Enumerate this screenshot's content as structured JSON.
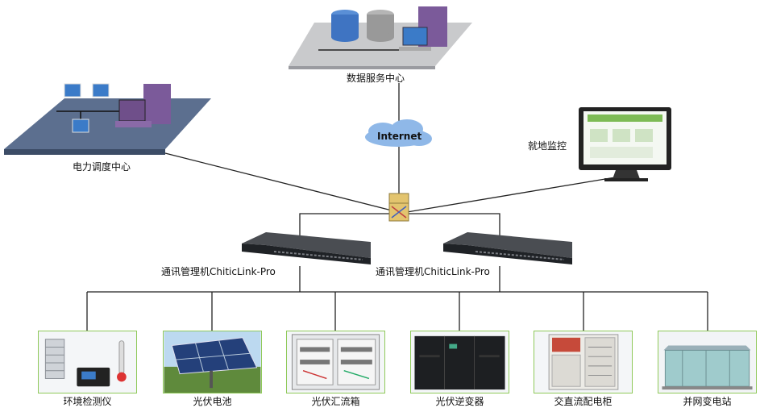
{
  "nodes": {
    "data_center": "数据服务中心",
    "dispatch_center": "电力调度中心",
    "internet": "Internet",
    "local_monitor": "就地监控",
    "comm_manager_1": "通讯管理机ChiticLink-Pro",
    "comm_manager_2": "通讯管理机ChiticLink-Pro"
  },
  "devices": [
    {
      "label": "环境检测仪"
    },
    {
      "label": "光伏电池"
    },
    {
      "label": "光伏汇流箱"
    },
    {
      "label": "光伏逆变器"
    },
    {
      "label": "交直流配电柜"
    },
    {
      "label": "并网变电站"
    }
  ]
}
